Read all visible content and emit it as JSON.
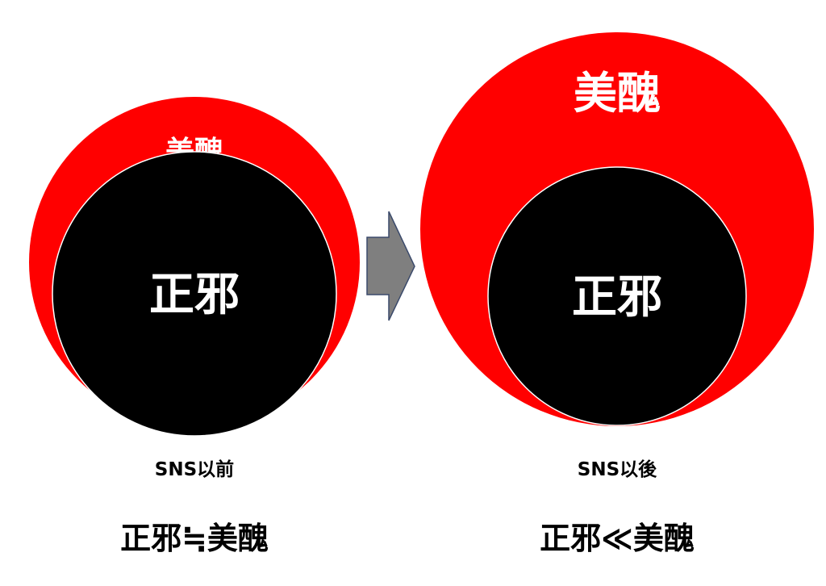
{
  "before": {
    "outer_label": "美醜",
    "inner_label": "正邪",
    "caption": "SNS以前",
    "formula": "正邪≒美醜"
  },
  "after": {
    "outer_label": "美醜",
    "inner_label": "正邪",
    "caption": "SNS以後",
    "formula": "正邪≪美醜"
  },
  "colors": {
    "outer": "#ff0000",
    "inner": "#000000",
    "arrow": "#7f7f7f",
    "arrow_stroke": "#3b4a6b",
    "label_on_dark": "#ffffff"
  }
}
